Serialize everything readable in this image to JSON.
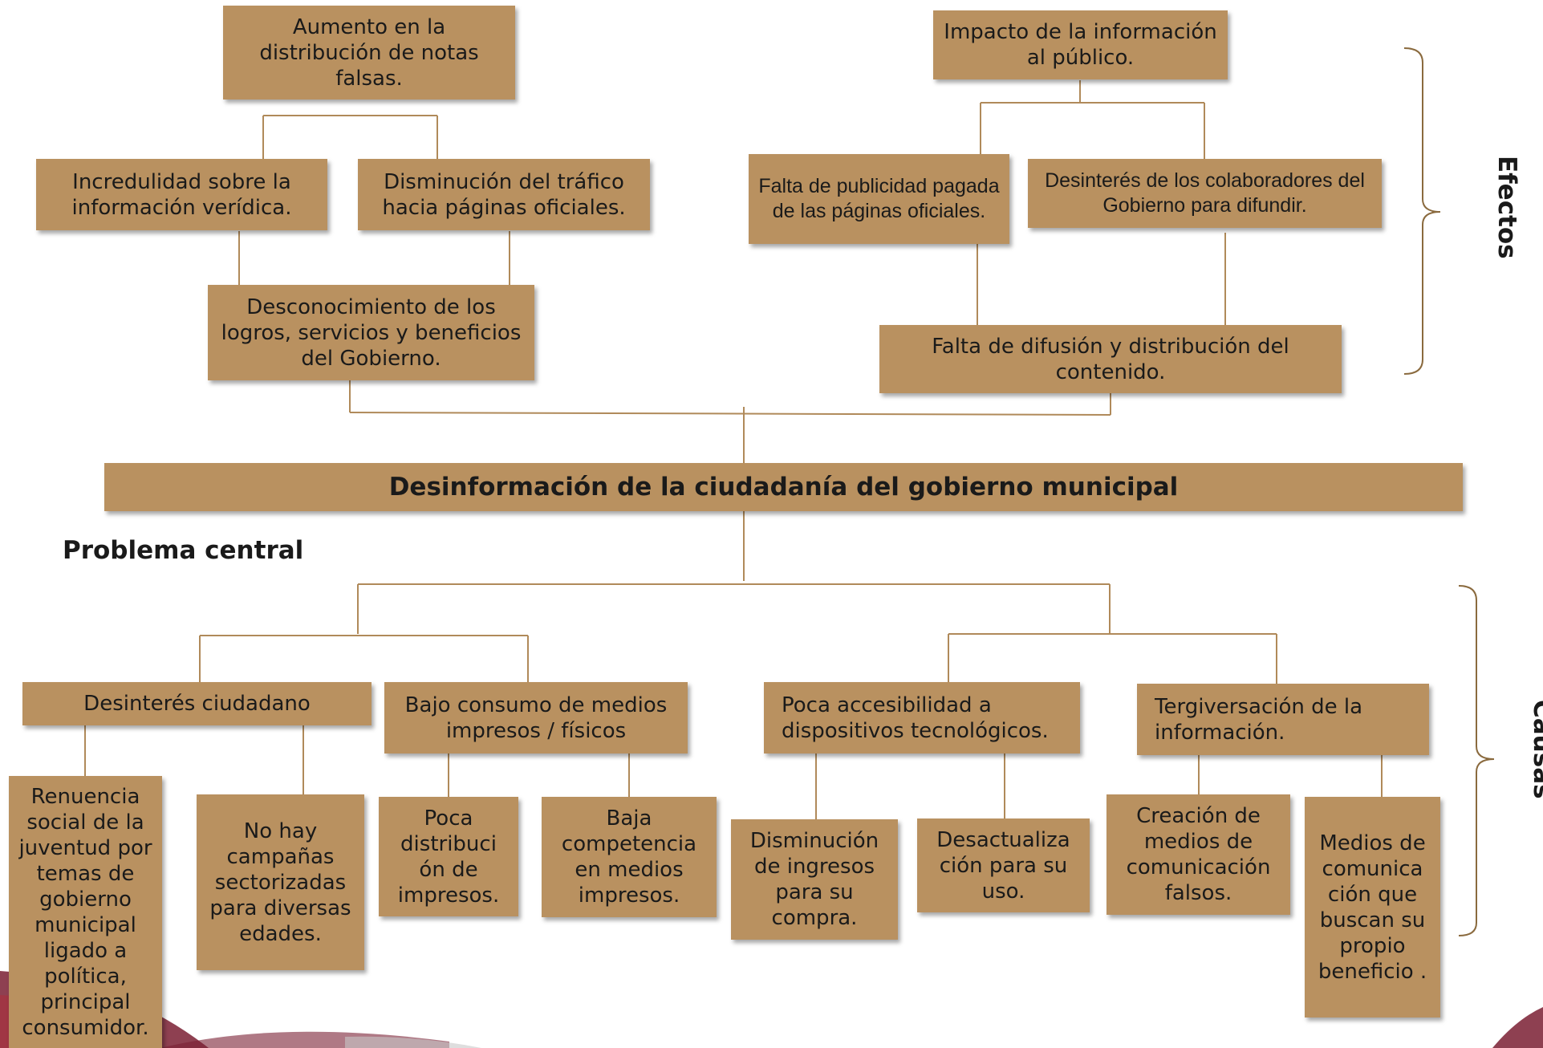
{
  "central_problem": "Desinformación de la ciudadanía del gobierno municipal",
  "central_label": "Problema central",
  "effects_label": "Efectos",
  "causes_label": "Causas",
  "effects": {
    "aumento": "Aumento en la distribución de notas falsas.",
    "incredulidad": "Incredulidad sobre la información verídica.",
    "disminucion_trafico": "Disminución del tráfico hacia páginas oficiales.",
    "desconocimiento": "Desconocimiento de los logros, servicios y beneficios del Gobierno.",
    "impacto": "Impacto de la información al público.",
    "falta_publicidad": "Falta de publicidad pagada de las páginas oficiales.",
    "desinteres_colaboradores": "Desinterés de los colaboradores del Gobierno para difundir.",
    "falta_difusion": "Falta de difusión y distribución del contenido."
  },
  "causes": {
    "desinteres_ciudadano": "Desinterés ciudadano",
    "bajo_consumo": "Bajo consumo de medios impresos / físicos",
    "poca_accesibilidad": "Poca accesibilidad a dispositivos tecnológicos.",
    "tergiversacion": "Tergiversación de la información.",
    "renuncia": "Renuencia social de la juventud por temas de gobierno municipal ligado a política, principal consumidor.",
    "no_hay_campanas": "No hay campañas sectorizadas para diversas edades.",
    "poca_distribucion": "Poca distribuci ón de impresos.",
    "baja_competencia": "Baja competencia en medios impresos.",
    "disminucion_ingresos": "Disminución de ingresos para su compra.",
    "desactualizacion": "Desactualiza ción para su uso.",
    "creacion_medios": "Creación de medios de comunicación falsos.",
    "medios_beneficio": "Medios de comunica ción que buscan su propio beneficio ."
  },
  "colors": {
    "box_fill": "#b99160",
    "connector": "#b08a5a",
    "bracket": "#8a6a3e"
  }
}
